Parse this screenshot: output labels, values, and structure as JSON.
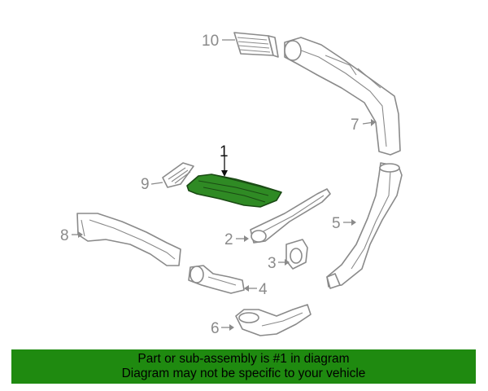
{
  "diagram": {
    "callouts": [
      {
        "id": "1",
        "label": "1",
        "highlighted": true
      },
      {
        "id": "2",
        "label": "2"
      },
      {
        "id": "3",
        "label": "3"
      },
      {
        "id": "4",
        "label": "4"
      },
      {
        "id": "5",
        "label": "5"
      },
      {
        "id": "6",
        "label": "6"
      },
      {
        "id": "7",
        "label": "7"
      },
      {
        "id": "8",
        "label": "8"
      },
      {
        "id": "9",
        "label": "9"
      },
      {
        "id": "10",
        "label": "10"
      }
    ],
    "colors": {
      "highlight_part": "#2f8a24",
      "line_art": "#8a8a8a",
      "banner_background": "#1f8a10"
    }
  },
  "banner": {
    "line1": "Part or sub-assembly is #1 in diagram",
    "line2": "Diagram may not be specific to your vehicle"
  }
}
